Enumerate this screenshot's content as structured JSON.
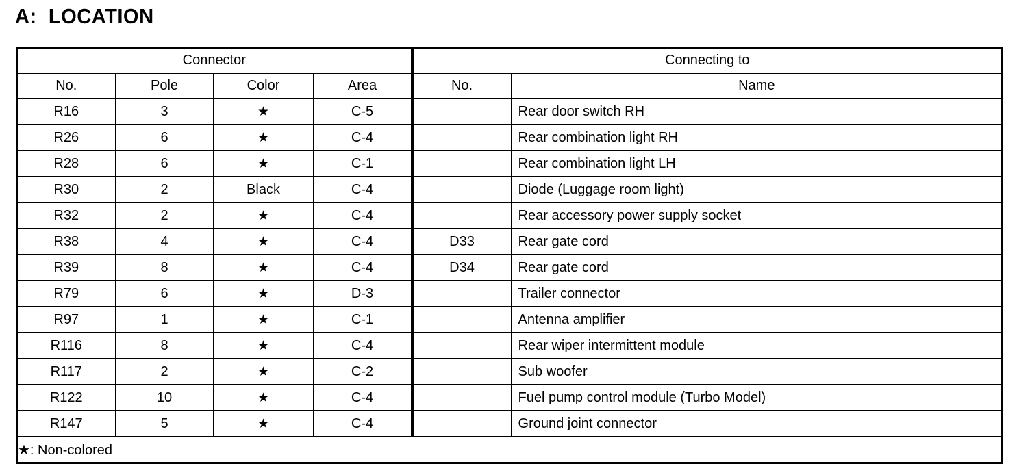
{
  "title": "A:  LOCATION",
  "table": {
    "group_headers": [
      {
        "label": "Connector",
        "span": 4
      },
      {
        "label": "Connecting to",
        "span": 2
      }
    ],
    "column_headers": [
      "No.",
      "Pole",
      "Color",
      "Area",
      "No.",
      "Name"
    ],
    "star_glyph": "★",
    "rows": [
      {
        "no": "R16",
        "pole": "3",
        "color": "★",
        "area": "C-5",
        "to_no": "",
        "name": "Rear door switch RH"
      },
      {
        "no": "R26",
        "pole": "6",
        "color": "★",
        "area": "C-4",
        "to_no": "",
        "name": "Rear combination light RH"
      },
      {
        "no": "R28",
        "pole": "6",
        "color": "★",
        "area": "C-1",
        "to_no": "",
        "name": "Rear combination light LH"
      },
      {
        "no": "R30",
        "pole": "2",
        "color": "Black",
        "area": "C-4",
        "to_no": "",
        "name": "Diode (Luggage room light)"
      },
      {
        "no": "R32",
        "pole": "2",
        "color": "★",
        "area": "C-4",
        "to_no": "",
        "name": "Rear accessory power supply socket"
      },
      {
        "no": "R38",
        "pole": "4",
        "color": "★",
        "area": "C-4",
        "to_no": "D33",
        "name": "Rear gate cord"
      },
      {
        "no": "R39",
        "pole": "8",
        "color": "★",
        "area": "C-4",
        "to_no": "D34",
        "name": "Rear gate cord"
      },
      {
        "no": "R79",
        "pole": "6",
        "color": "★",
        "area": "D-3",
        "to_no": "",
        "name": "Trailer connector"
      },
      {
        "no": "R97",
        "pole": "1",
        "color": "★",
        "area": "C-1",
        "to_no": "",
        "name": "Antenna amplifier"
      },
      {
        "no": "R116",
        "pole": "8",
        "color": "★",
        "area": "C-4",
        "to_no": "",
        "name": "Rear wiper intermittent module"
      },
      {
        "no": "R117",
        "pole": "2",
        "color": "★",
        "area": "C-2",
        "to_no": "",
        "name": "Sub woofer"
      },
      {
        "no": "R122",
        "pole": "10",
        "color": "★",
        "area": "C-4",
        "to_no": "",
        "name": "Fuel pump control module (Turbo Model)"
      },
      {
        "no": "R147",
        "pole": "5",
        "color": "★",
        "area": "C-4",
        "to_no": "",
        "name": "Ground joint connector"
      }
    ],
    "note": "★: Non-colored"
  },
  "colors": {
    "ink": "#000000",
    "paper": "#ffffff"
  }
}
